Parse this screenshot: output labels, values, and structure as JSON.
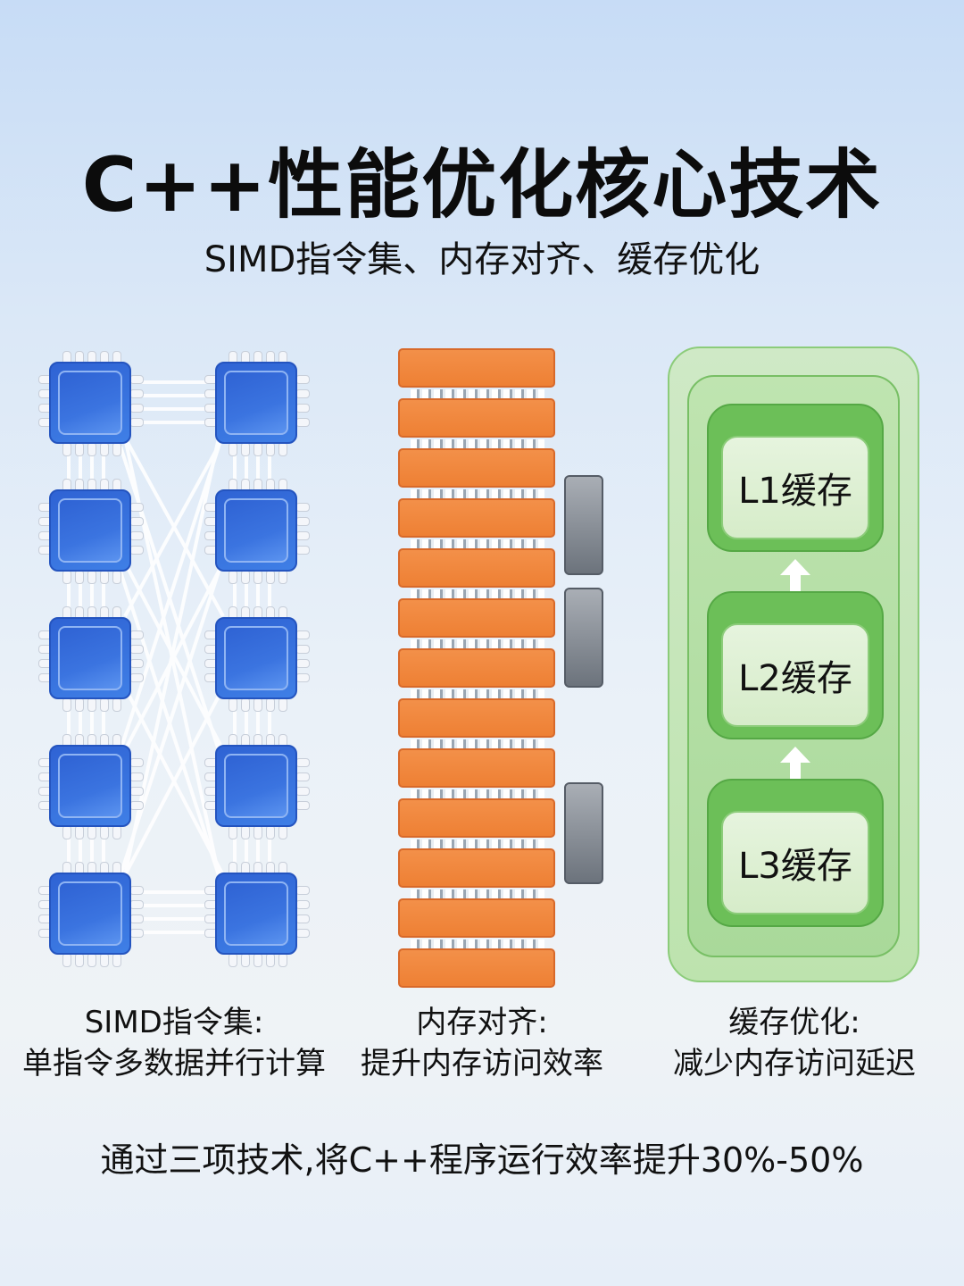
{
  "header": {
    "title": "C++性能优化核心技术",
    "subtitle": "SIMD指令集、内存对齐、缓存优化"
  },
  "panels": [
    {
      "name": "simd",
      "caption_title": "SIMD指令集:",
      "caption_desc": "单指令多数据并行计算",
      "chip_count": 10,
      "chip_color": "#3a6fdc"
    },
    {
      "name": "memory",
      "caption_title": "内存对齐:",
      "caption_desc": "提升内存访问效率",
      "bar_count": 13,
      "bar_color": "#f08a3e",
      "gray_block_color": "#7d838b"
    },
    {
      "name": "cache",
      "caption_title": "缓存优化:",
      "caption_desc": "减少内存访问延迟",
      "levels": [
        {
          "label": "L1缓存"
        },
        {
          "label": "L2缓存"
        },
        {
          "label": "L3缓存"
        }
      ],
      "color": "#6cbf58"
    }
  ],
  "footer": {
    "text": "通过三项技术,将C++程序运行效率提升30%-50%"
  }
}
